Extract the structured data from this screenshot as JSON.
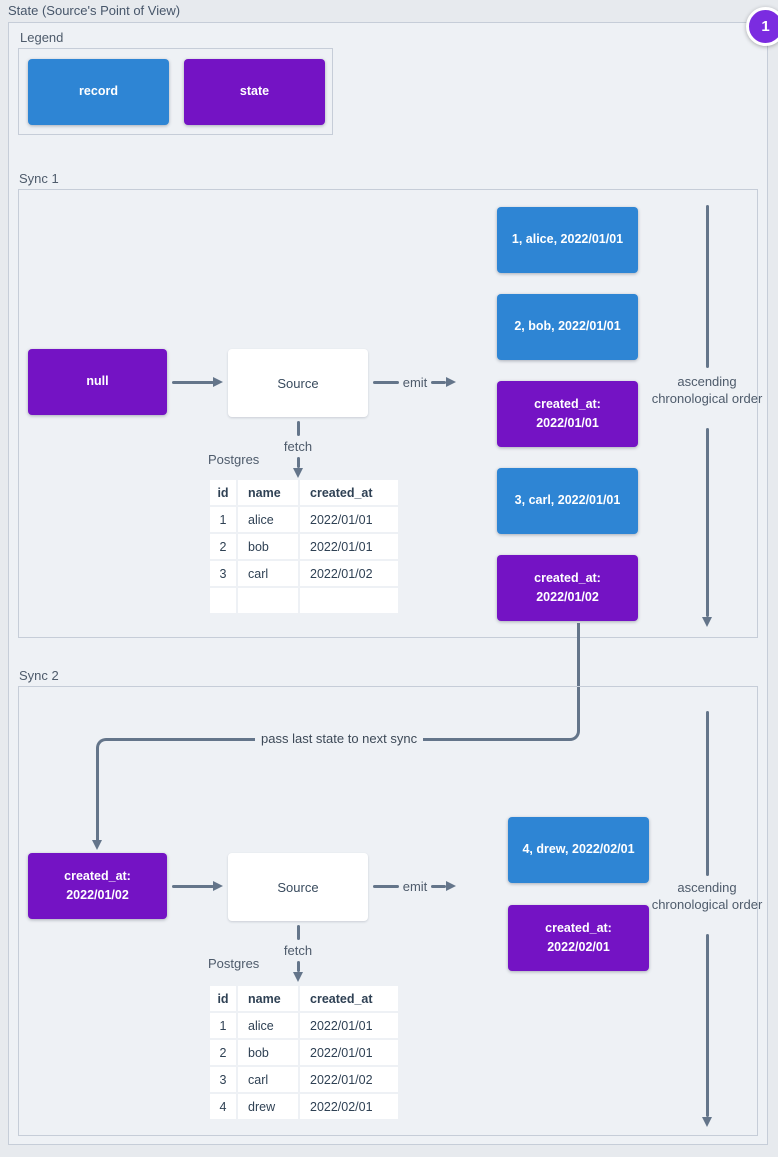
{
  "title": "State (Source's Point of View)",
  "badge": {
    "number": "1"
  },
  "colors": {
    "record": "#2e85d4",
    "state": "#7413c4",
    "badge": "#7b2ce0",
    "arrow": "#64758a"
  },
  "legend": {
    "label": "Legend",
    "record_label": "record",
    "state_label": "state"
  },
  "connector": {
    "label": "pass last state to next sync"
  },
  "sync1": {
    "label": "Sync 1",
    "state_in": "null",
    "source_label": "Source",
    "emit_label": "emit",
    "fetch_label": "fetch",
    "db_label": "Postgres",
    "order_note": "ascending chronological order",
    "table": {
      "headers": [
        "id",
        "name",
        "created_at"
      ],
      "rows": [
        [
          "1",
          "alice",
          "2022/01/01"
        ],
        [
          "2",
          "bob",
          "2022/01/01"
        ],
        [
          "3",
          "carl",
          "2022/01/02"
        ],
        [
          "",
          "",
          ""
        ]
      ]
    },
    "stack": [
      {
        "type": "record",
        "text": "1, alice, 2022/01/01"
      },
      {
        "type": "record",
        "text": "2, bob, 2022/01/01"
      },
      {
        "type": "state",
        "text": "created_at: 2022/01/01"
      },
      {
        "type": "record",
        "text": "3, carl, 2022/01/01"
      },
      {
        "type": "state",
        "text": "created_at: 2022/01/02"
      }
    ]
  },
  "sync2": {
    "label": "Sync 2",
    "state_in": "created_at: 2022/01/02",
    "source_label": "Source",
    "emit_label": "emit",
    "fetch_label": "fetch",
    "db_label": "Postgres",
    "order_note": "ascending chronological order",
    "table": {
      "headers": [
        "id",
        "name",
        "created_at"
      ],
      "rows": [
        [
          "1",
          "alice",
          "2022/01/01"
        ],
        [
          "2",
          "bob",
          "2022/01/01"
        ],
        [
          "3",
          "carl",
          "2022/01/02"
        ],
        [
          "4",
          "drew",
          "2022/02/01"
        ]
      ]
    },
    "stack": [
      {
        "type": "record",
        "text": "4, drew, 2022/02/01"
      },
      {
        "type": "state",
        "text": "created_at: 2022/02/01"
      }
    ]
  }
}
